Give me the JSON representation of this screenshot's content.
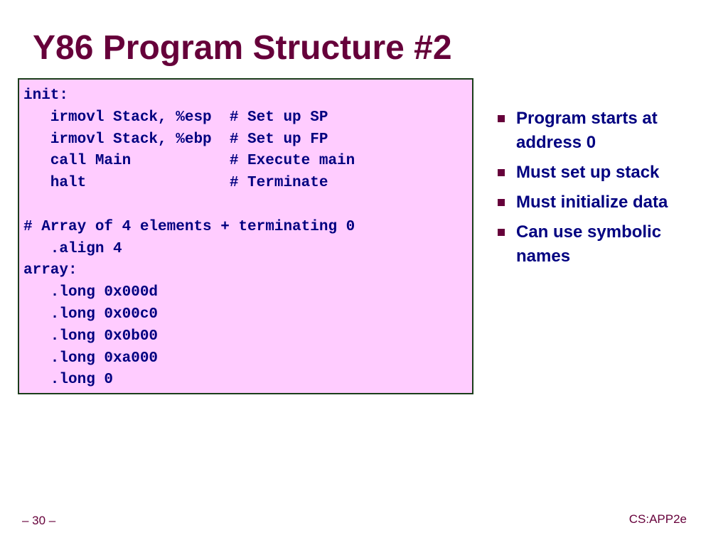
{
  "slide": {
    "title": "Y86 Program Structure #2",
    "code_lines": [
      "init:",
      "   irmovl Stack, %esp  # Set up SP",
      "   irmovl Stack, %ebp  # Set up FP",
      "   call Main           # Execute main",
      "   halt                # Terminate",
      "",
      "# Array of 4 elements + terminating 0",
      "   .align 4",
      "array:",
      "   .long 0x000d",
      "   .long 0x00c0",
      "   .long 0x0b00",
      "   .long 0xa000",
      "   .long 0"
    ],
    "bullets": [
      "Program starts at address 0",
      "Must set up stack",
      "Must initialize data",
      "Can use symbolic names"
    ],
    "footer": {
      "page_number": "– 30 –",
      "brand": "CS:APP2e"
    }
  },
  "colors": {
    "title": "#66003a",
    "text": "#000080",
    "code_background": "#ffccff",
    "code_border": "#1a3d1a",
    "bullet_marker": "#66003a"
  },
  "icons": {
    "bullet_marker": "square-bullet-icon"
  }
}
